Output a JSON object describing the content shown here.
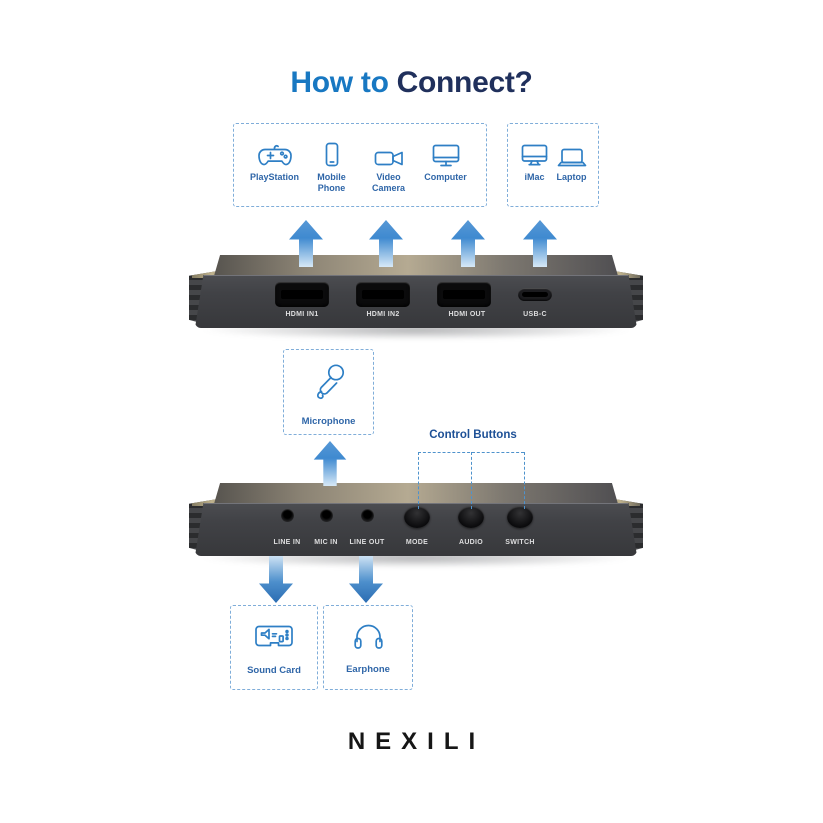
{
  "title": {
    "part1": "How to",
    "part2": " Connect?"
  },
  "input_sources": {
    "items": [
      {
        "label": "PlayStation",
        "icon": "gamepad-icon"
      },
      {
        "label": "Mobile Phone",
        "icon": "mobile-phone-icon"
      },
      {
        "label": "Video Camera",
        "icon": "video-camera-icon"
      },
      {
        "label": "Computer",
        "icon": "computer-icon"
      }
    ]
  },
  "output_devices": {
    "items": [
      {
        "label": "iMac",
        "icon": "imac-icon"
      },
      {
        "label": "Laptop",
        "icon": "laptop-icon"
      }
    ]
  },
  "device_rear": {
    "ports": [
      {
        "label": "HDMI IN1",
        "type": "hdmi"
      },
      {
        "label": "HDMI IN2",
        "type": "hdmi"
      },
      {
        "label": "HDMI OUT",
        "type": "hdmi"
      },
      {
        "label": "USB-C",
        "type": "usb-c"
      }
    ]
  },
  "microphone": {
    "label": "Microphone",
    "icon": "microphone-icon"
  },
  "control_buttons": {
    "label": "Control Buttons"
  },
  "device_front": {
    "jacks": [
      {
        "label": "LINE IN"
      },
      {
        "label": "MIC IN"
      },
      {
        "label": "LINE OUT"
      }
    ],
    "buttons": [
      {
        "label": "MODE"
      },
      {
        "label": "AUDIO"
      },
      {
        "label": "SWITCH"
      }
    ]
  },
  "sound_card": {
    "label": "Sound Card",
    "icon": "sound-card-icon"
  },
  "earphone": {
    "label": "Earphone",
    "icon": "headphones-icon"
  },
  "brand": {
    "logo_text": "NEXILI"
  },
  "colors": {
    "title_blue": "#1878c2",
    "title_navy": "#20305c",
    "label_blue": "#2f66a8",
    "control_label_blue": "#1d5096",
    "icon_blue": "#2e7fc5",
    "dashed_border": "#7fadd9",
    "arrow_blue_dark": "#2a6cb2",
    "device_gray": "#414246"
  }
}
